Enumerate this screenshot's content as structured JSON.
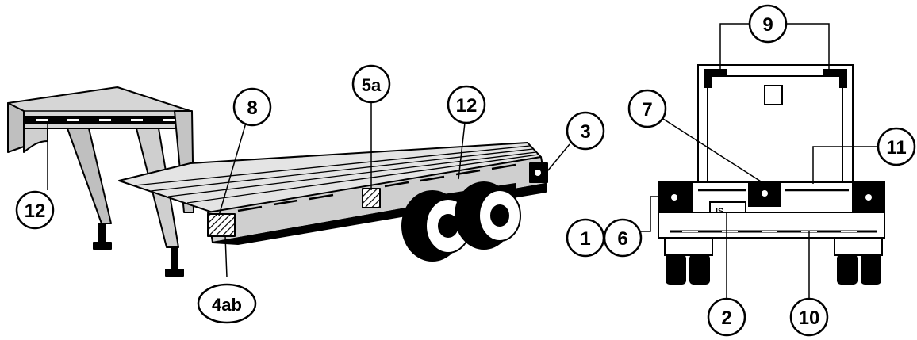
{
  "callouts": [
    {
      "id": "c-12-side",
      "label": "12"
    },
    {
      "id": "c-8",
      "label": "8"
    },
    {
      "id": "c-5a",
      "label": "5a"
    },
    {
      "id": "c-12-rail",
      "label": "12"
    },
    {
      "id": "c-3",
      "label": "3"
    },
    {
      "id": "c-4ab",
      "label": "4ab"
    },
    {
      "id": "c-9",
      "label": "9"
    },
    {
      "id": "c-7",
      "label": "7"
    },
    {
      "id": "c-11",
      "label": "11"
    },
    {
      "id": "c-1",
      "label": "1"
    },
    {
      "id": "c-6",
      "label": "6"
    },
    {
      "id": "c-2",
      "label": "2"
    },
    {
      "id": "c-10",
      "label": "10"
    }
  ],
  "plate_text": "IS",
  "colors": {
    "ink": "#000000",
    "paper": "#ffffff",
    "shade": "#b8b8b8",
    "light": "#dcdcdc"
  }
}
